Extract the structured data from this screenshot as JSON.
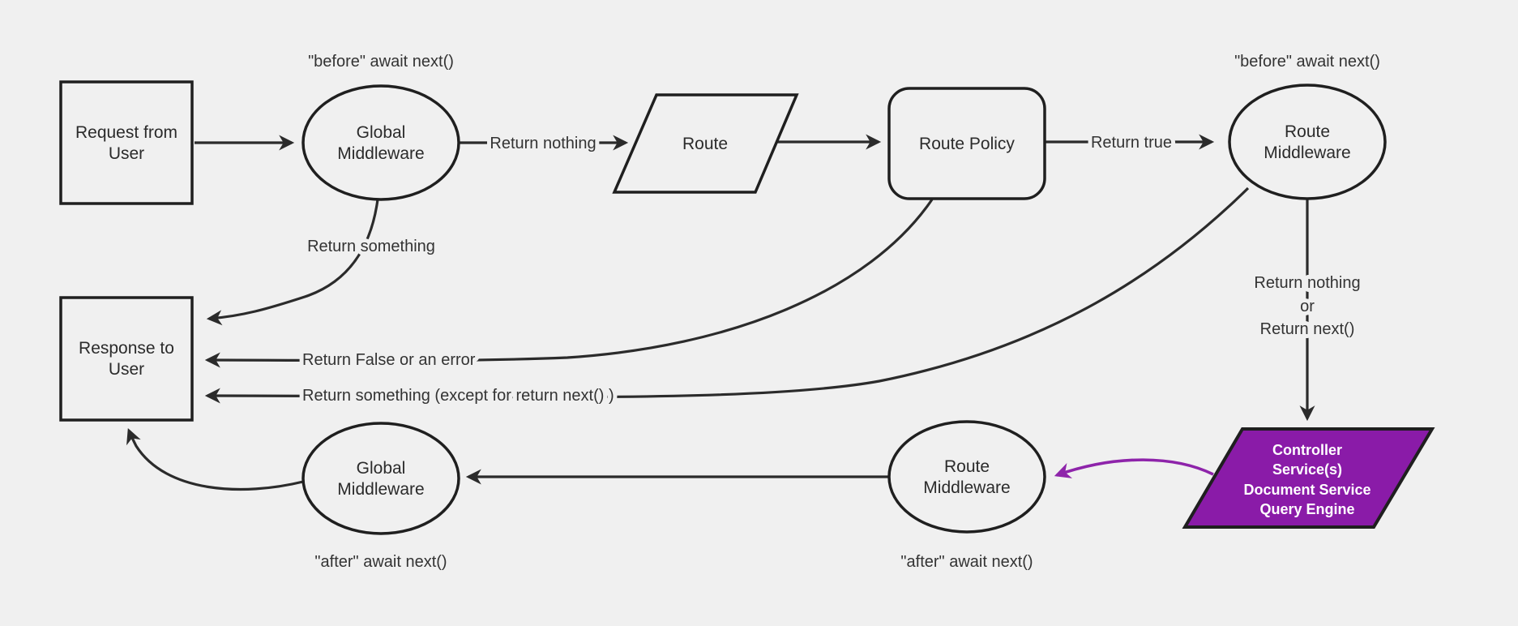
{
  "canvas": {
    "background_color": "#f0f0f0",
    "line_color": "#2b2b2b",
    "purple_line_color": "#8e24aa",
    "purple_fill_color": "#8a1ba8"
  },
  "nodes": {
    "request": {
      "line1": "Request from",
      "line2": "User"
    },
    "global_mw_top": {
      "line1": "Global",
      "line2": "Middleware"
    },
    "route": {
      "label": "Route"
    },
    "route_policy": {
      "label": "Route Policy"
    },
    "route_mw_top": {
      "line1": "Route",
      "line2": "Middleware"
    },
    "response": {
      "line1": "Response to",
      "line2": "User"
    },
    "global_mw_bottom": {
      "line1": "Global",
      "line2": "Middleware"
    },
    "route_mw_bottom": {
      "line1": "Route",
      "line2": "Middleware"
    },
    "services": {
      "line1": "Controller",
      "line2": "Service(s)",
      "line3": "Document Service",
      "line4": "Query Engine"
    }
  },
  "labels": {
    "before_await_left": "\"before\" await next()",
    "before_await_right": "\"before\" await next()",
    "after_await_left": "\"after\" await next()",
    "after_await_right": "\"after\" await next()",
    "return_nothing": "Return nothing",
    "return_true": "Return true",
    "return_something": "Return something",
    "return_false_error": "Return False or an error",
    "return_something_except": "Return something (except for return next() )",
    "return_nothing_or_line1": "Return nothing",
    "return_nothing_or_line2": "or",
    "return_nothing_or_line3": "Return next()"
  }
}
